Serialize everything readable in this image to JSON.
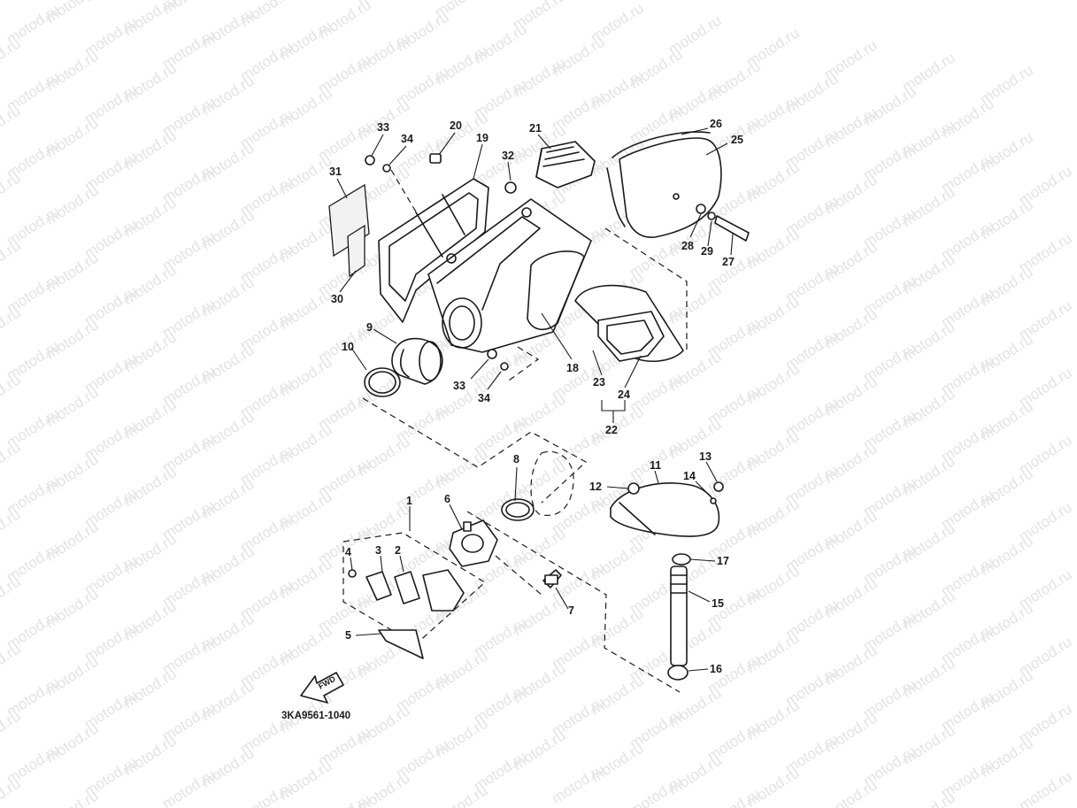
{
  "watermark": {
    "text": "motod.ru",
    "color": "#e3e3e3"
  },
  "diagram": {
    "part_number": "3KA9561-1040",
    "direction_label": "FWD",
    "line_color": "#1a1a1a",
    "callouts": [
      {
        "id": "c33a",
        "label": "33"
      },
      {
        "id": "c34a",
        "label": "34"
      },
      {
        "id": "c20",
        "label": "20"
      },
      {
        "id": "c19",
        "label": "19"
      },
      {
        "id": "c21",
        "label": "21"
      },
      {
        "id": "c32",
        "label": "32"
      },
      {
        "id": "c26",
        "label": "26"
      },
      {
        "id": "c25",
        "label": "25"
      },
      {
        "id": "c31",
        "label": "31"
      },
      {
        "id": "c30",
        "label": "30"
      },
      {
        "id": "c28",
        "label": "28"
      },
      {
        "id": "c29",
        "label": "29"
      },
      {
        "id": "c27",
        "label": "27"
      },
      {
        "id": "c9",
        "label": "9"
      },
      {
        "id": "c10",
        "label": "10"
      },
      {
        "id": "c18",
        "label": "18"
      },
      {
        "id": "c33b",
        "label": "33"
      },
      {
        "id": "c34b",
        "label": "34"
      },
      {
        "id": "c23",
        "label": "23"
      },
      {
        "id": "c24",
        "label": "24"
      },
      {
        "id": "c22",
        "label": "22"
      },
      {
        "id": "c8",
        "label": "8"
      },
      {
        "id": "c11",
        "label": "11"
      },
      {
        "id": "c13",
        "label": "13"
      },
      {
        "id": "c12",
        "label": "12"
      },
      {
        "id": "c14",
        "label": "14"
      },
      {
        "id": "c1",
        "label": "1"
      },
      {
        "id": "c6",
        "label": "6"
      },
      {
        "id": "c4",
        "label": "4"
      },
      {
        "id": "c3",
        "label": "3"
      },
      {
        "id": "c2",
        "label": "2"
      },
      {
        "id": "c17",
        "label": "17"
      },
      {
        "id": "c15",
        "label": "15"
      },
      {
        "id": "c7",
        "label": "7"
      },
      {
        "id": "c5",
        "label": "5"
      },
      {
        "id": "c16",
        "label": "16"
      }
    ]
  }
}
